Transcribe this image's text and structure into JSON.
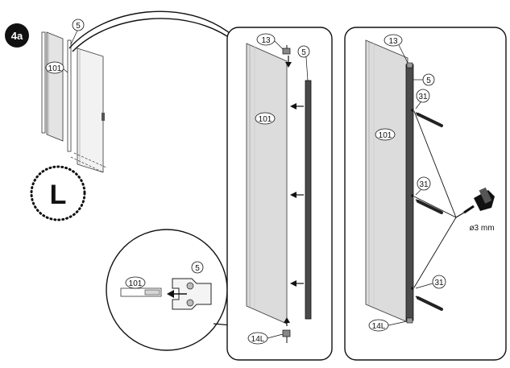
{
  "step": "4a",
  "variant_label": "L",
  "parts": {
    "glass_panel": "101",
    "profile": "5",
    "top_piece": "13",
    "bottom_piece": "14L",
    "screw": "31"
  },
  "drill_spec": "ø3 mm"
}
